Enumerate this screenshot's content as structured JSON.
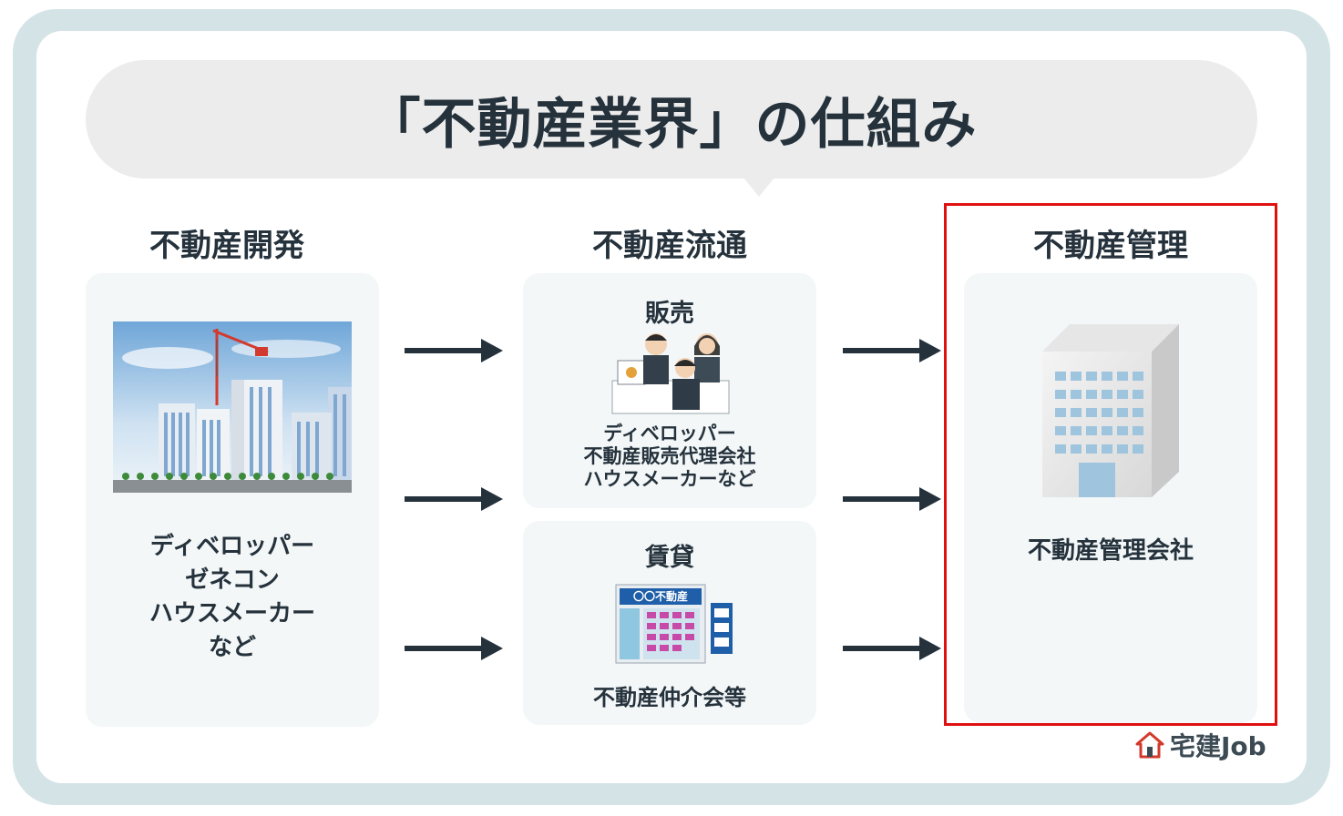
{
  "title": "「不動産業界」の仕組み",
  "columns": {
    "development": {
      "title": "不動産開発",
      "text": "ディベロッパー\nゼネコン\nハウスメーカー\nなど"
    },
    "distribution": {
      "title": "不動産流通",
      "sales": {
        "title": "販売",
        "text": "ディベロッパー\n不動産販売代理会社\nハウスメーカーなど"
      },
      "rental": {
        "title": "賃貸",
        "text": "不動産仲介会等",
        "sign": "〇〇不動産"
      }
    },
    "management": {
      "title": "不動産管理",
      "text": "不動産管理会社"
    }
  },
  "logo": {
    "text": "宅建Job",
    "icon": "house-icon"
  },
  "colors": {
    "accent": "#e01010",
    "text": "#25323c",
    "frame": "#d3e3e6",
    "panel": "#f3f7f8"
  }
}
